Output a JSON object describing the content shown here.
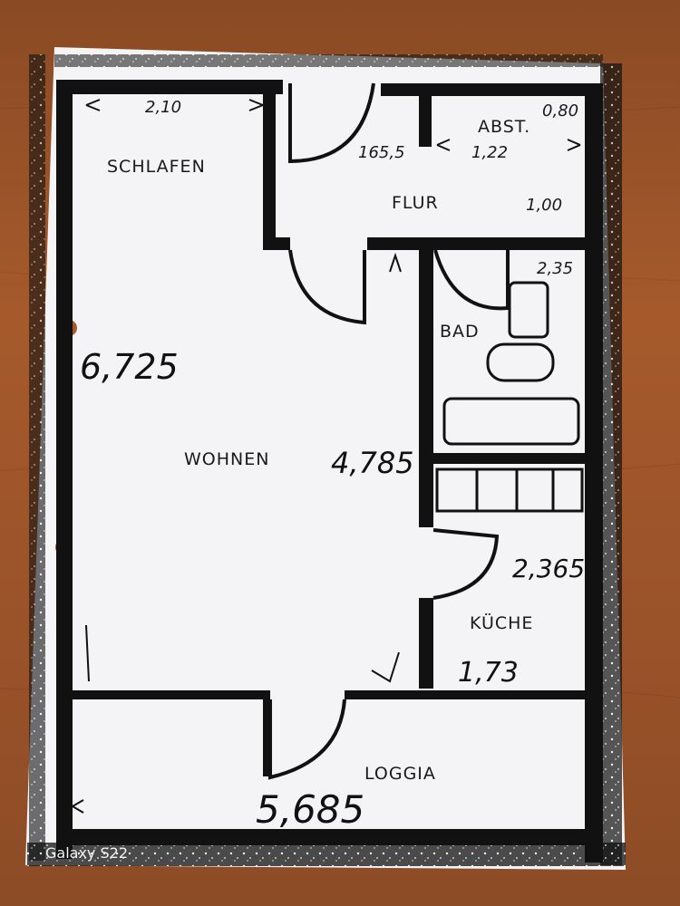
{
  "floorplan": {
    "rooms": {
      "schlafen": "SCHLAFEN",
      "flur": "FLUR",
      "abst": "ABST.",
      "bad": "BAD",
      "wohnen": "WOHNEN",
      "kueche": "KÜCHE",
      "loggia": "LOGGIA"
    },
    "dimensions": {
      "top_left": "2,10",
      "abst_width": "0,80",
      "door_width": "165,5",
      "abst_depth": "1,22",
      "flur_width": "1,00",
      "bad_small": "2,35",
      "left_height": "6,725",
      "wohnen_width": "4,785",
      "kueche_height": "2,365",
      "kueche_width": "1,73",
      "bottom_width": "5,685"
    }
  },
  "photo": {
    "watermark": "Galaxy S22"
  },
  "colors": {
    "table_wood": "#9a5229",
    "paper": "#f4f3f6",
    "walls": "#111111"
  }
}
